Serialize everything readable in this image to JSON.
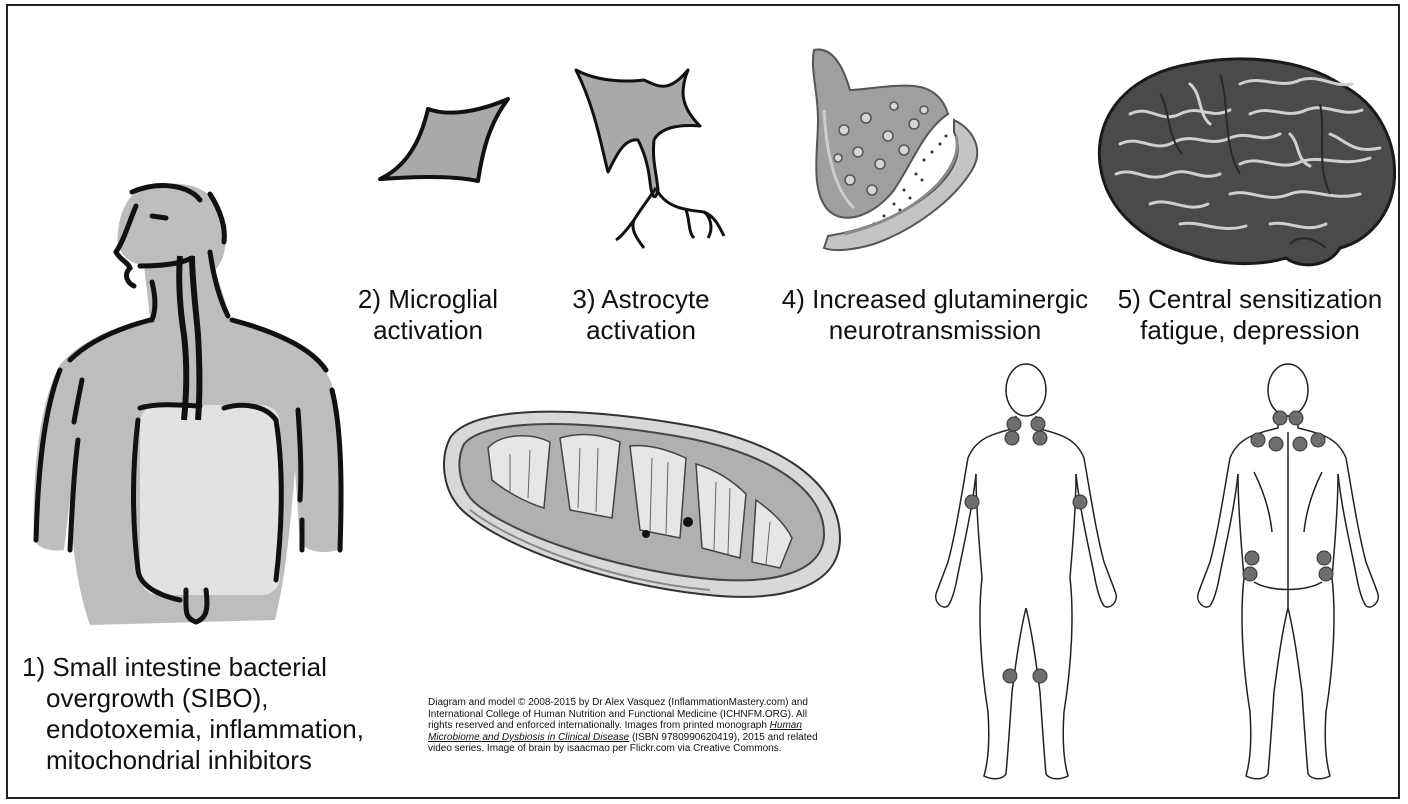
{
  "panels": [
    {
      "id": "sibo",
      "icon": "human-digestive-tract-icon",
      "lines": [
        "1) Small intestine bacterial",
        "overgrowth (SIBO),",
        "endotoxemia, inflammation,",
        "mitochondrial inhibitors"
      ]
    },
    {
      "id": "microglia",
      "icon": "microglial-cell-icon",
      "lines": [
        "2) Microglial",
        "activation"
      ]
    },
    {
      "id": "astrocyte",
      "icon": "astrocyte-cell-icon",
      "lines": [
        "3) Astrocyte",
        "activation"
      ]
    },
    {
      "id": "synapse",
      "icon": "synapse-icon",
      "lines": [
        "4) Increased glutaminergic",
        "neurotransmission"
      ]
    },
    {
      "id": "brain",
      "icon": "brain-icon",
      "lines": [
        "5) Central sensitization",
        "fatigue, depression"
      ]
    }
  ],
  "illustrations": {
    "mitochondrion": "mitochondrion-icon",
    "body_front": "body-front-tender-points-icon",
    "body_back": "body-back-tender-points-icon"
  },
  "credit": {
    "line1": "Diagram and model © 2008-2015 by Dr Alex Vasquez (InflammationMastery.com) and",
    "line2": "International College of Human Nutrition and Functional Medicine (ICHNFM.ORG). All",
    "line3": "rights reserved and enforced internationally. Images from printed monograph",
    "line3_title": "Human",
    "line4_title": "Microbiome and Dysbiosis in Clinical Disease",
    "line4_rest": " (ISBN 9780990620419), 2015 and related",
    "line5": "video series. Image of brain by isaacmao per Flickr.com via Creative Commons."
  },
  "colors": {
    "frame": "#222222",
    "cell_fill": "#a9a9a9",
    "body_fill": "#bdbdbd",
    "gut_fill": "#dedede",
    "marker": "#6e6e6e"
  }
}
